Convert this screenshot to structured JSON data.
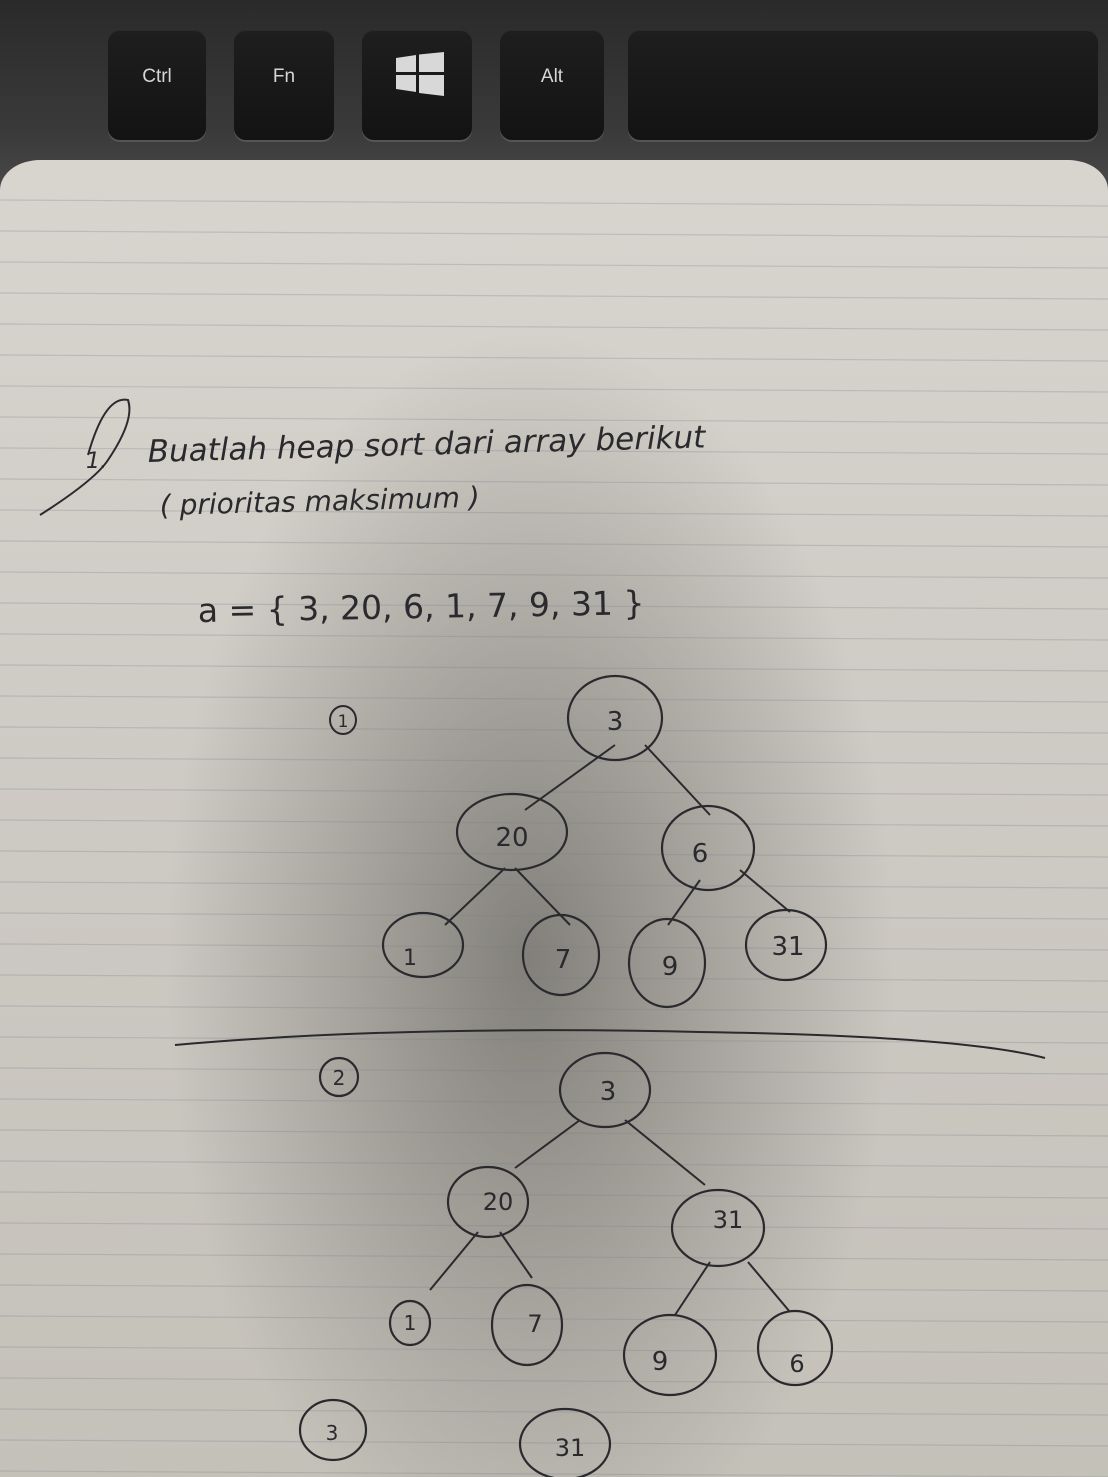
{
  "keyboard": {
    "keys": [
      "Ctrl",
      "Fn",
      "",
      "Alt",
      ""
    ],
    "icons": [
      "windows-icon"
    ]
  },
  "note": {
    "question_number": "1.",
    "title_line1": "Buatlah heap sort dari array berikut",
    "title_line2": "( prioritas maksimum )",
    "array_label": "a = { 3, 20, 6, 1, 7, 9, 31 }",
    "step1": {
      "label": "1",
      "tree": [
        "3",
        "20",
        "6",
        "1",
        "7",
        "9",
        "31"
      ]
    },
    "step2": {
      "label": "2",
      "tree": [
        "3",
        "20",
        "31",
        "1",
        "7",
        "9",
        "6"
      ]
    },
    "step3": {
      "label": "3",
      "value": "31"
    }
  }
}
